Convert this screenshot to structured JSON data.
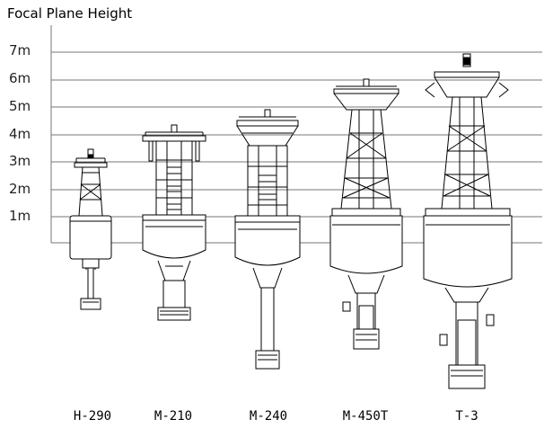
{
  "title": "Focal Plane Height",
  "y_axis": {
    "ticks": [
      "7m",
      "6m",
      "5m",
      "4m",
      "3m",
      "2m",
      "1m"
    ]
  },
  "buoys": [
    {
      "name": "H-290"
    },
    {
      "name": "M-210"
    },
    {
      "name": "M-240"
    },
    {
      "name": "M-450T"
    },
    {
      "name": "T-3"
    }
  ],
  "colors": {
    "line": "#000000",
    "grid": "#777777",
    "background": "#ffffff"
  }
}
